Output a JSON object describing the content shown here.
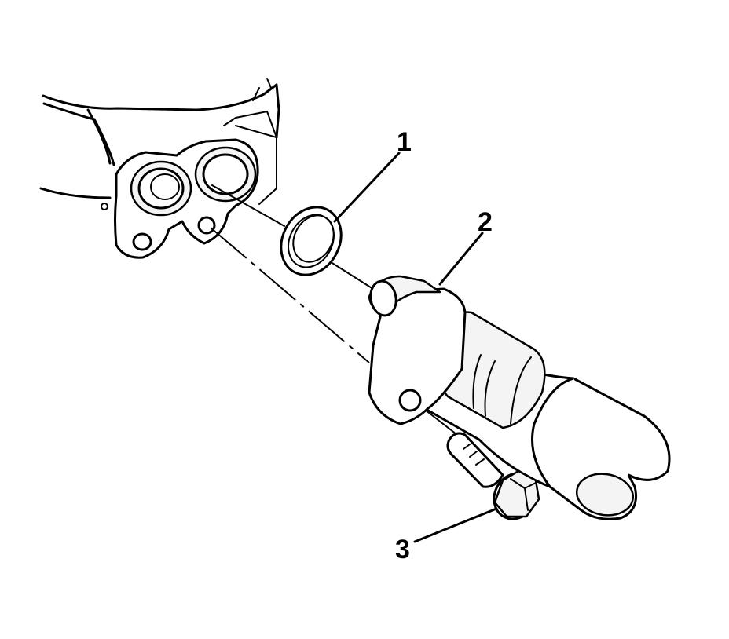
{
  "callouts": [
    {
      "id": "1",
      "label": "1"
    },
    {
      "id": "2",
      "label": "2"
    },
    {
      "id": "3",
      "label": "3"
    }
  ],
  "colors": {
    "line": "#000000",
    "background": "#ffffff",
    "fill": "#f4f4f4"
  }
}
